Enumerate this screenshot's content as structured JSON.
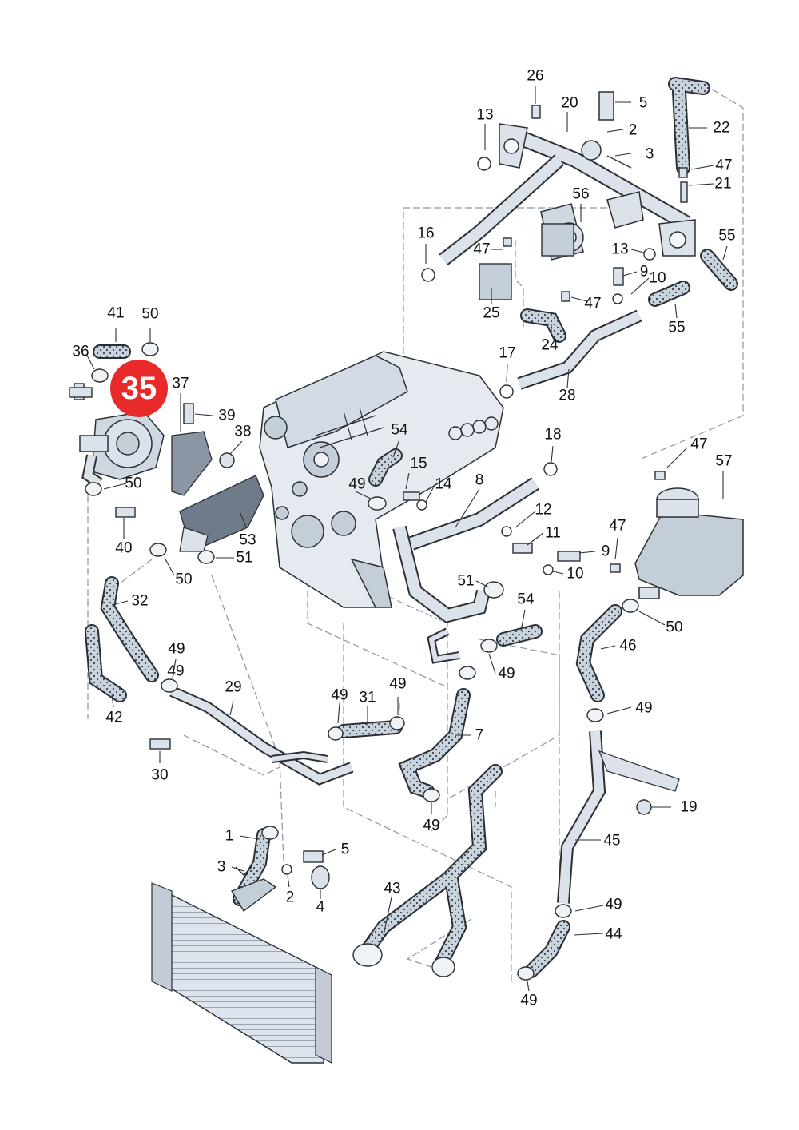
{
  "highlight": {
    "label": "35",
    "color": "#e82a2a"
  },
  "colors": {
    "part_fill": "#dfe6ee",
    "part_shade": "#a9b6c4",
    "hose_fill": "#c9d3dd",
    "leader": "#8a96a3",
    "outline": "#2a2f36"
  },
  "callouts": [
    "26",
    "20",
    "5",
    "2",
    "3",
    "22",
    "13",
    "47",
    "21",
    "56",
    "16",
    "47",
    "55",
    "13",
    "9",
    "10",
    "25",
    "47",
    "55",
    "24",
    "41",
    "50",
    "36",
    "17",
    "28",
    "37",
    "39",
    "38",
    "54",
    "18",
    "15",
    "49",
    "14",
    "8",
    "47",
    "57",
    "50",
    "12",
    "11",
    "40",
    "53",
    "51",
    "47",
    "9",
    "10",
    "50",
    "51",
    "32",
    "54",
    "46",
    "49",
    "49",
    "50",
    "49",
    "29",
    "49",
    "31",
    "49",
    "42",
    "49",
    "7",
    "30",
    "19",
    "49",
    "1",
    "5",
    "45",
    "3",
    "2",
    "4",
    "43",
    "49",
    "44",
    "49"
  ]
}
